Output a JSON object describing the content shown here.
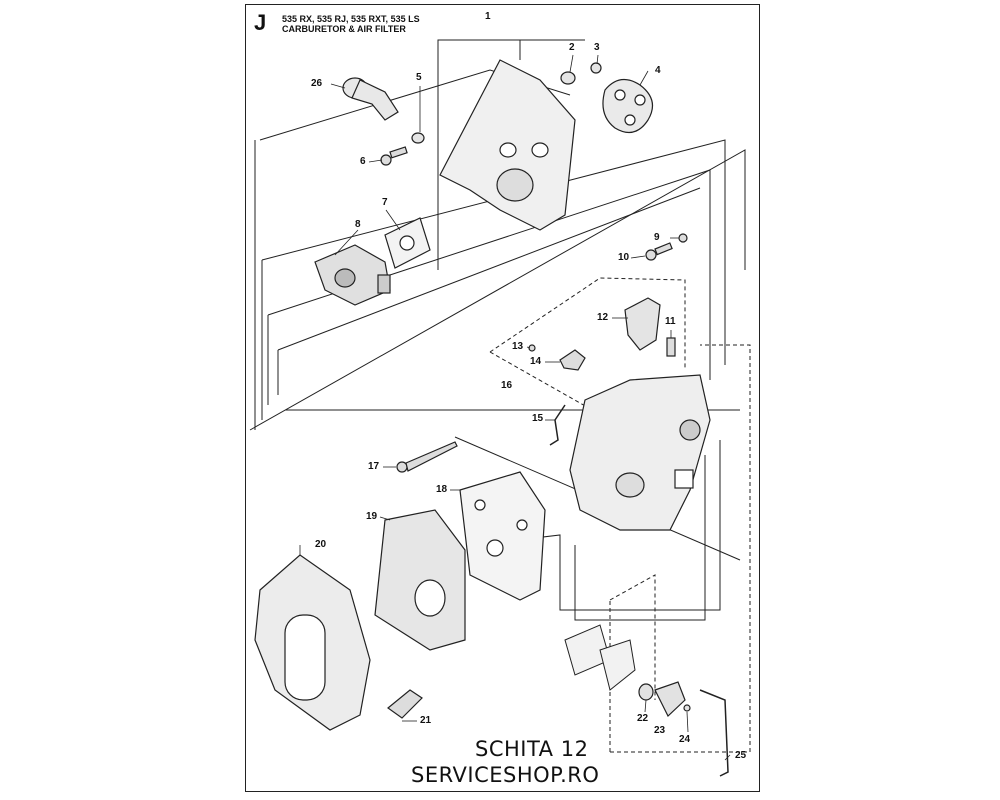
{
  "section_letter": "J",
  "heading_line1": "535 RX, 535 RJ, 535 RXT, 535 LS",
  "heading_line2": "CARBURETOR & AIR FILTER",
  "callouts": [
    "1",
    "2",
    "3",
    "4",
    "5",
    "6",
    "7",
    "8",
    "9",
    "10",
    "11",
    "12",
    "13",
    "14",
    "15",
    "16",
    "17",
    "18",
    "19",
    "20",
    "21",
    "22",
    "23",
    "24",
    "25",
    "26"
  ],
  "footer_line1": "SCHITA 12",
  "footer_line2": "SERVICESHOP.RO"
}
